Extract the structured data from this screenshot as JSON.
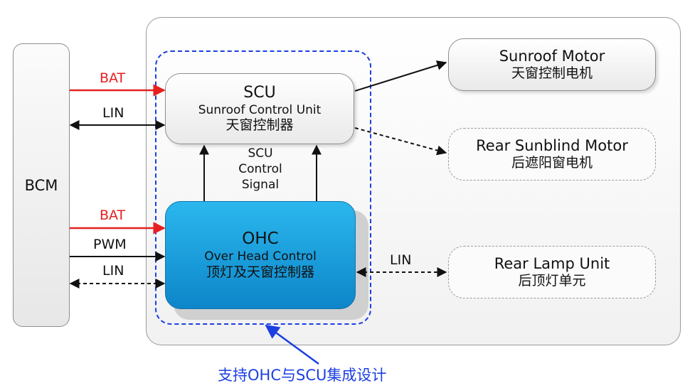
{
  "bcm": {
    "label": "BCM"
  },
  "scu": {
    "title": "SCU",
    "subtitle": "Sunroof Control Unit",
    "cn": "天窗控制器"
  },
  "ohc": {
    "title": "OHC",
    "subtitle": "Over Head Control",
    "cn": "顶灯及天窗控制器"
  },
  "scu_control_signal": [
    "SCU",
    "Control",
    "Signal"
  ],
  "sunroof_motor": {
    "title": "Sunroof Motor",
    "cn": "天窗控制电机"
  },
  "rear_sunblind_motor": {
    "title": "Rear Sunblind Motor",
    "cn": "后遮阳窗电机"
  },
  "rear_lamp_unit": {
    "title": "Rear Lamp Unit",
    "cn": "后顶灯单元"
  },
  "connections": {
    "bat_scu": "BAT",
    "lin_scu": "LIN",
    "bat_ohc": "BAT",
    "pwm_ohc": "PWM",
    "lin_ohc": "LIN",
    "lin_rear_lamp": "LIN"
  },
  "caption": "支持OHC与SCU集成设计",
  "colors": {
    "power": "#e62020",
    "frame": "#1b3fe0",
    "ohc": "#1b9fdc"
  }
}
